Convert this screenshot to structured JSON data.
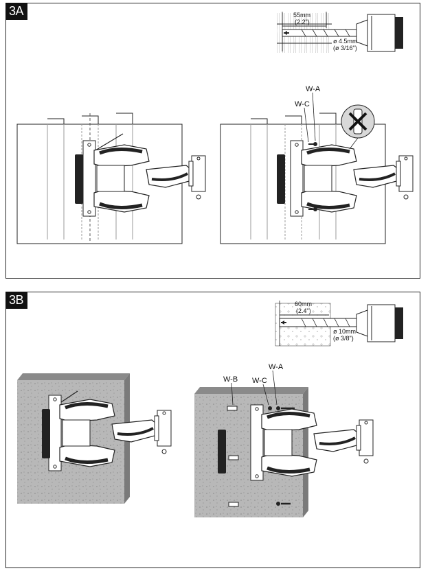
{
  "steps": {
    "a": {
      "tag": "3A",
      "drill": {
        "depth_mm": "55mm",
        "depth_in": "(2.2\")",
        "dia_mm": "ø 4.5mm",
        "dia_in": "(ø 3/16\")"
      },
      "callouts": {
        "wa": "W-A",
        "wc": "W-C"
      }
    },
    "b": {
      "tag": "3B",
      "drill": {
        "depth_mm": "60mm",
        "depth_in": "(2.4\")",
        "dia_mm": "ø 10mm",
        "dia_in": "(ø 3/8\")"
      },
      "callouts": {
        "wb": "W-B",
        "wc": "W-C",
        "wa": "W-A"
      }
    }
  },
  "icons": [
    "drill-icon",
    "drill-bit-icon",
    "wall-plug-prohibited-icon",
    "tv-wall-mount-icon",
    "screw-icon",
    "wall-plug-icon"
  ]
}
